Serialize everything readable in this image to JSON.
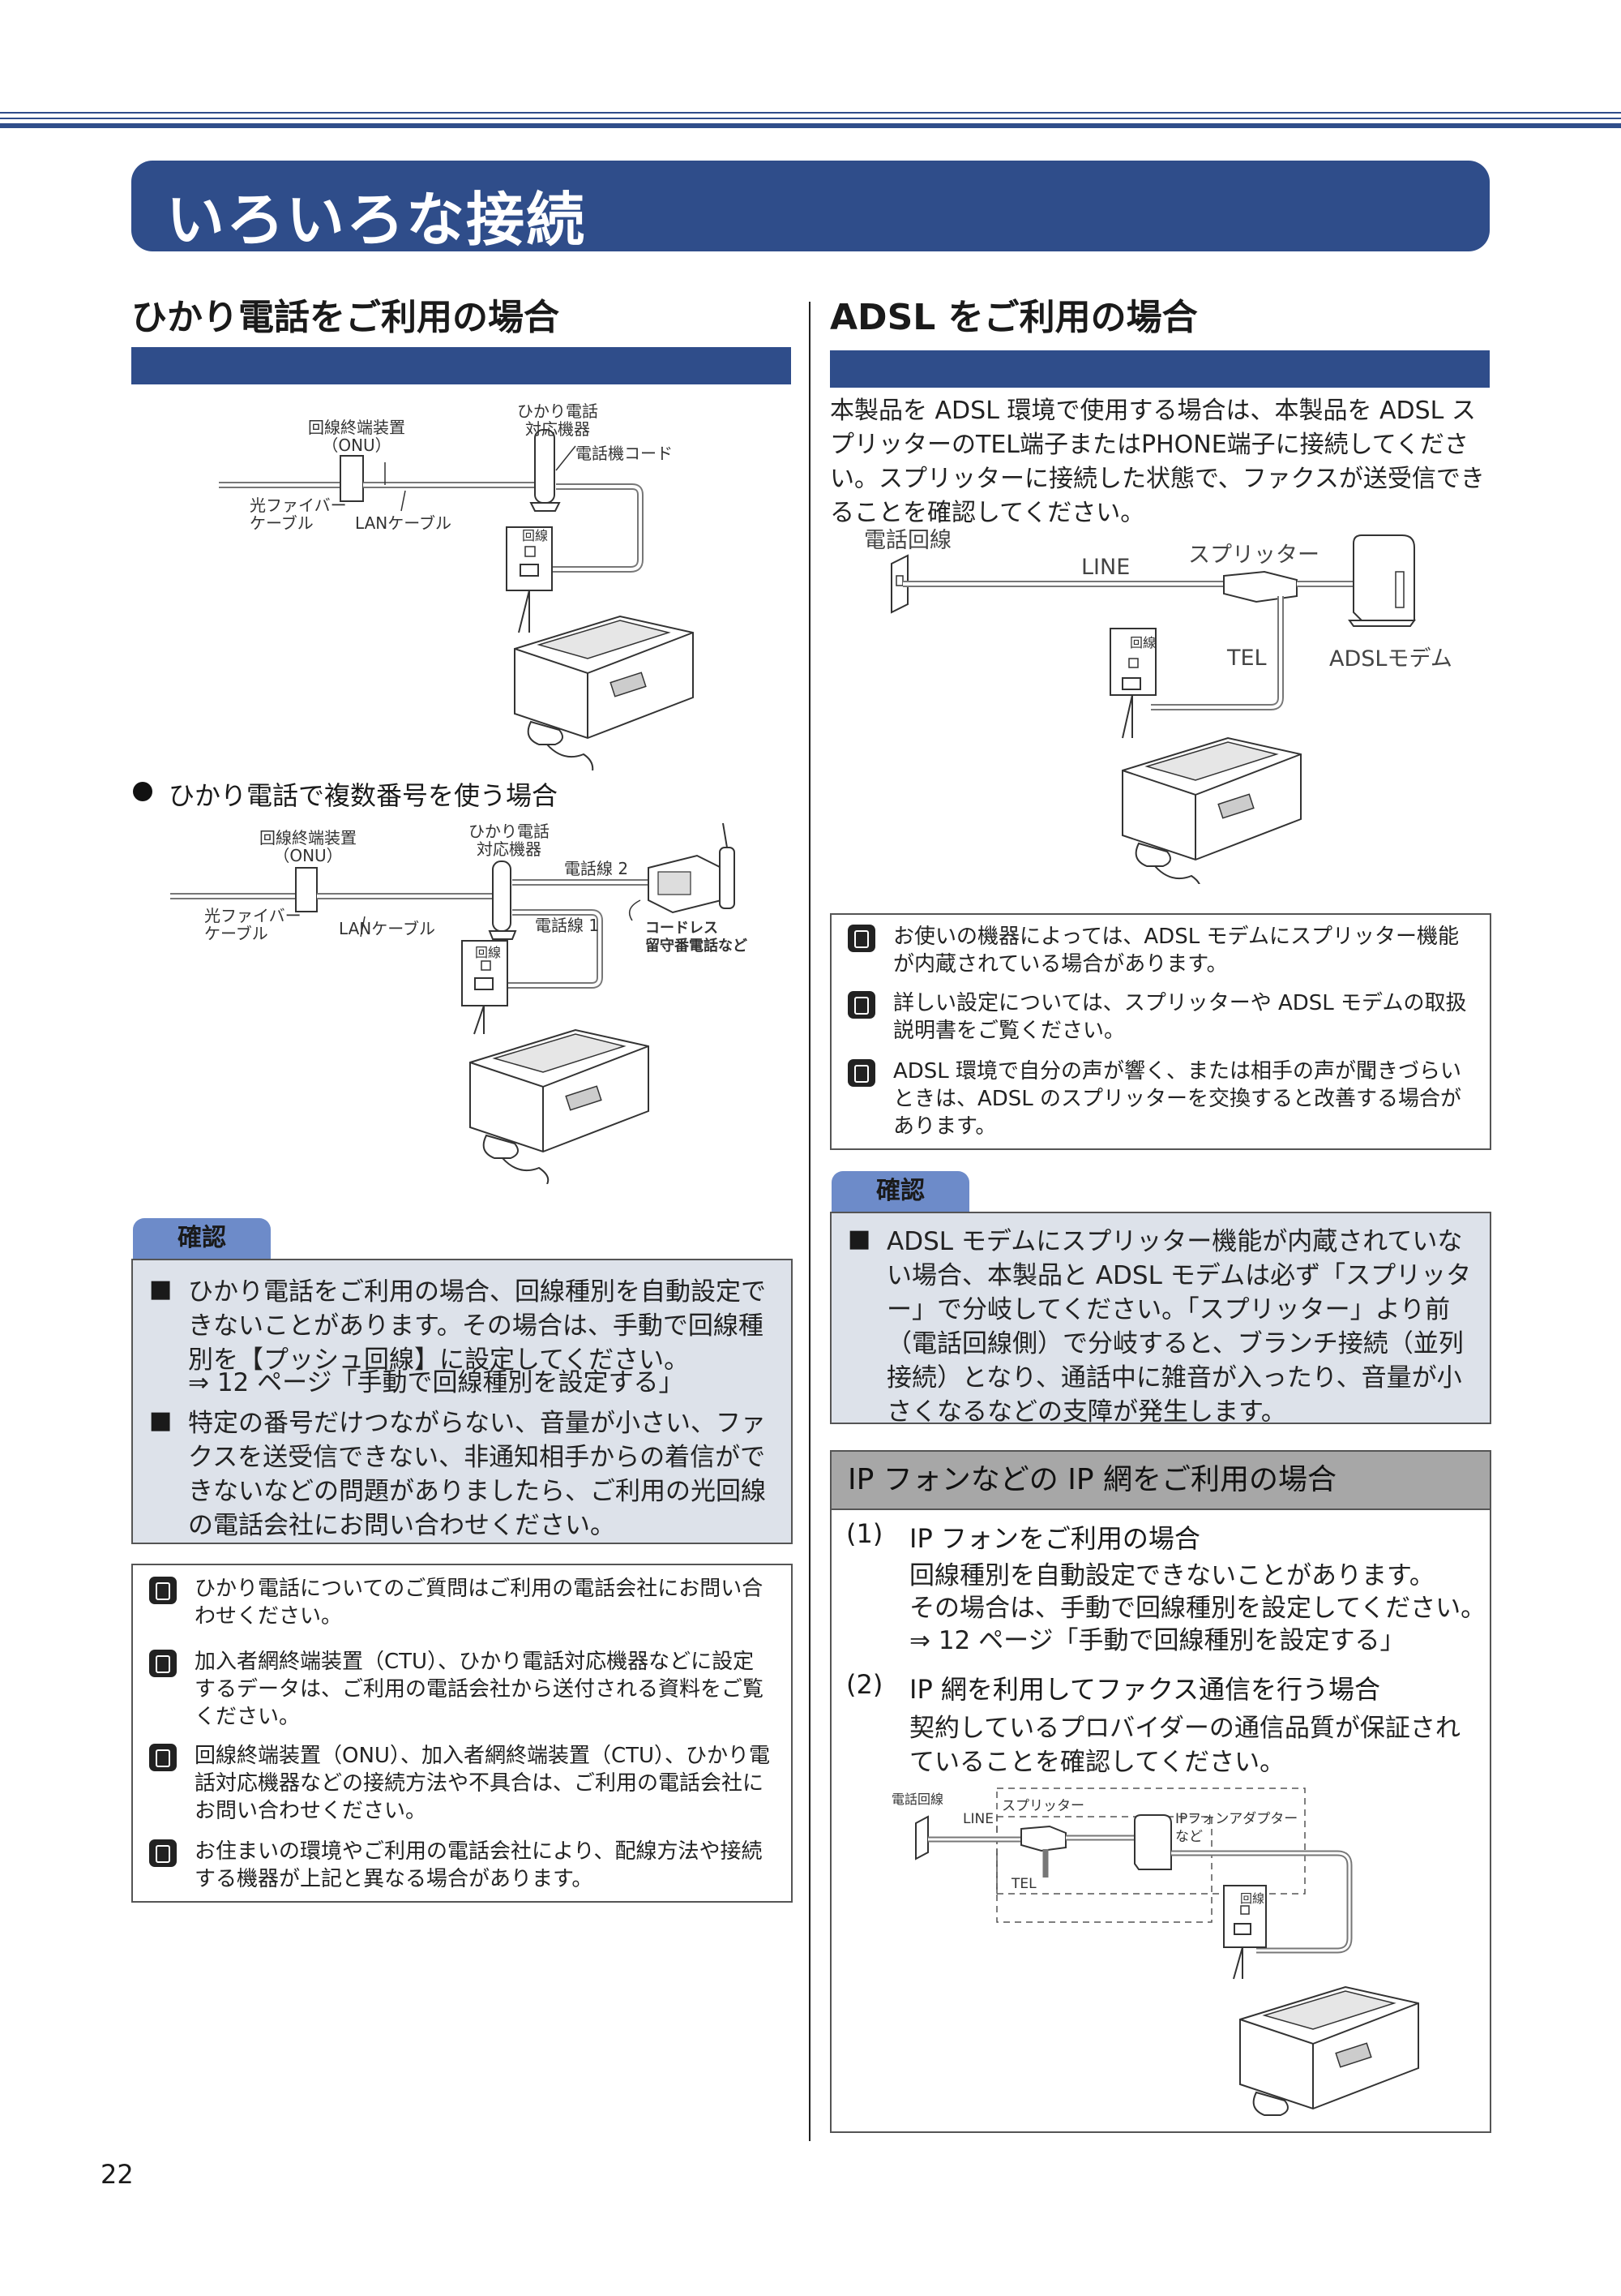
{
  "page": {
    "title": "いろいろな接続",
    "page_number": "22"
  },
  "left": {
    "heading": "ひかり電話をご利用の場合",
    "diagram1": {
      "onu": "回線終端装置\n（ONU）",
      "hikari_device": "ひかり電話\n対応機器",
      "phone_cord": "電話機コード",
      "fiber": "光ファイバー\nケーブル",
      "lan": "LANケーブル",
      "line_port": "回線"
    },
    "sub_heading": "ひかり電話で複数番号を使う場合",
    "diagram2": {
      "onu": "回線終端装置\n（ONU）",
      "hikari_device": "ひかり電話\n対応機器",
      "line2": "電話線 2",
      "line1": "電話線 1",
      "fiber": "光ファイバー\nケーブル",
      "lan": "LANケーブル",
      "cordless": "コードレス\n留守番電話など",
      "line_port": "回線"
    },
    "kakunin": {
      "tab": "確認",
      "items": [
        "ひかり電話をご利用の場合、回線種別を自動設定できないことがあります。その場合は、手動で回線種別を【プッシュ回線】に設定してください。",
        "特定の番号だけつながらない、音量が小さい、ファクスを送受信できない、非通知相手からの着信ができないなどの問題がありましたら、ご利用の光回線の電話会社にお問い合わせください。"
      ],
      "ref": "⇒ 12 ページ「手動で回線種別を設定する」"
    },
    "memos": [
      "ひかり電話についてのご質問はご利用の電話会社にお問い合わせください。",
      "加入者網終端装置（CTU）、ひかり電話対応機器などに設定するデータは、ご利用の電話会社から送付される資料をご覧ください。",
      "回線終端装置（ONU）、加入者網終端装置（CTU）、ひかり電話対応機器などの接続方法や不具合は、ご利用の電話会社にお問い合わせください。",
      "お住まいの環境やご利用の電話会社により、配線方法や接続する機器が上記と異なる場合があります。"
    ]
  },
  "right": {
    "heading": "ADSL をご利用の場合",
    "intro": "本製品を ADSL 環境で使用する場合は、本製品を ADSL スプリッターのTEL端子またはPHONE端子に接続してください。スプリッターに接続した状態で、ファクスが送受信できることを確認してください。",
    "diagram": {
      "phone_line": "電話回線",
      "line": "LINE",
      "splitter": "スプリッター",
      "tel": "TEL",
      "modem": "ADSLモデム",
      "line_port": "回線"
    },
    "memos": [
      "お使いの機器によっては、ADSL モデムにスプリッター機能が内蔵されている場合があります。",
      "詳しい設定については、スプリッターや ADSL モデムの取扱説明書をご覧ください。",
      "ADSL 環境で自分の声が響く、または相手の声が聞きづらいときは、ADSL のスプリッターを交換すると改善する場合があります。"
    ],
    "kakunin": {
      "tab": "確認",
      "item": "ADSL モデムにスプリッター機能が内蔵されていない場合、本製品と ADSL モデムは必ず「スプリッター」で分岐してください。「スプリッター」より前（電話回線側）で分岐すると、ブランチ接続（並列接続）となり、通話中に雑音が入ったり、音量が小さくなるなどの支障が発生します。"
    },
    "ip": {
      "header": "IP フォンなどの IP 網をご利用の場合",
      "item1_num": "(1)",
      "item1_title": "IP フォンをご利用の場合",
      "item1_body1": "回線種別を自動設定できないことがあります。",
      "item1_body2": "その場合は、手動で回線種別を設定してください。",
      "item1_ref": "⇒ 12 ページ「手動で回線種別を設定する」",
      "item2_num": "(2)",
      "item2_title": "IP 網を利用してファクス通信を行う場合",
      "item2_body": "契約しているプロバイダーの通信品質が保証されていることを確認してください。",
      "diagram": {
        "phone_line": "電話回線",
        "line": "LINE",
        "splitter": "スプリッター",
        "adapter": "IPフォンアダプター\nなど",
        "tel": "TEL",
        "line_port": "回線"
      }
    }
  }
}
